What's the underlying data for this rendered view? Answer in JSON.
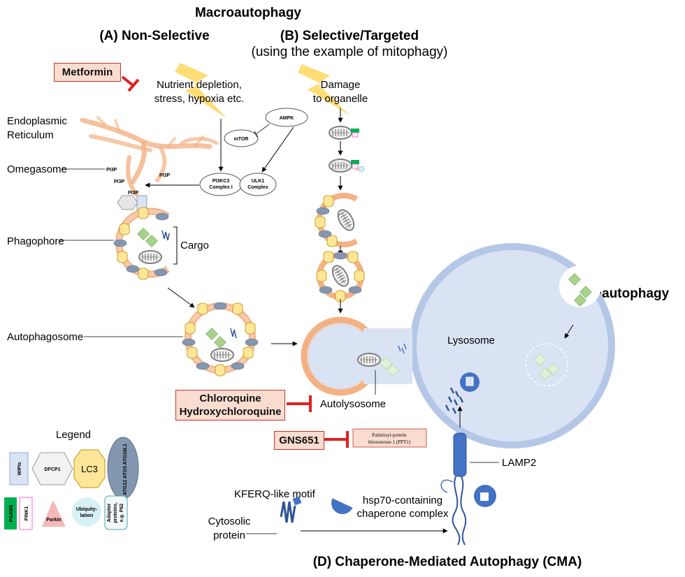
{
  "titles": {
    "main": "Macroautophagy",
    "a": "(A) Non-Selective",
    "b": "(B) Selective/Targeted",
    "b_sub": "(using the example of mitophagy)",
    "c": "(C) Microautophagy",
    "d": "(D) Chaperone-Mediated Autophagy (CMA)"
  },
  "labels": {
    "nutrient": "Nutrient depletion, stress, hypoxia etc.",
    "nutrient_l1": "Nutrient depletion,",
    "nutrient_l2": "stress, hypoxia etc.",
    "damage_l1": "Damage",
    "damage_l2": "to organelle",
    "er_l1": "Endoplasmic",
    "er_l2": "Reticulum",
    "omegasome": "Omegasome",
    "phagophore": "Phagophore",
    "cargo": "Cargo",
    "autophagosome": "Autophagosome",
    "lysosome": "Lysosome",
    "autolysosome": "Autolysosome",
    "lamp2": "LAMP2",
    "kferq": "KFERQ-like motif",
    "hsp70_l1": "hsp70-containing",
    "hsp70_l2": "chaperone complex",
    "cytosolic_l1": "Cytosolic",
    "cytosolic_l2": "protein",
    "ppt1_l1": "Palmitoyl-protein",
    "ppt1_l2": "thioesterase 1 (PPT1)",
    "pi3p": "PI3P",
    "ampk": "AMPK",
    "mtor": "mTOR",
    "pi3kc3_l1": "PI3KC3",
    "pi3kc3_l2": "Complex I",
    "ulk1_l1": "ULK1",
    "ulk1_l2": "Complex"
  },
  "drugs": {
    "metformin": "Metformin",
    "chloroquine": "Chloroquine",
    "hcq": "Hydroxychloroquine",
    "gns651": "GNS651"
  },
  "legend": {
    "title": "Legend",
    "wipis": "WIPIs",
    "dfcp1": "DFCP1",
    "lc3": "LC3",
    "atg": "ATG12 ATG5 ATG16L1",
    "pgam5": "PGAM5",
    "pink1": "PINK1",
    "parkin": "Parkin",
    "ubiq_l1": "Ubiquity-",
    "ubiq_l2": "lation",
    "adaptor_l1": "Adaptor",
    "adaptor_l2": "proteins,",
    "adaptor_l3": "e.g. P62"
  },
  "colors": {
    "er": "#f4b183",
    "membrane": "#f8cbad",
    "lysosome": "#b4c7e7",
    "lysosome_inner": "#dae3f3",
    "lc3": "#ffe699",
    "atg": "#8497b0",
    "inhibitor": "#e02020",
    "cargo": "#a9d18e",
    "pgam5": "#00b050",
    "pink1": "#ff66cc",
    "parkin": "#f4b8b8",
    "ubiquitin": "#d6f0f5",
    "protein": "#2e5597"
  }
}
